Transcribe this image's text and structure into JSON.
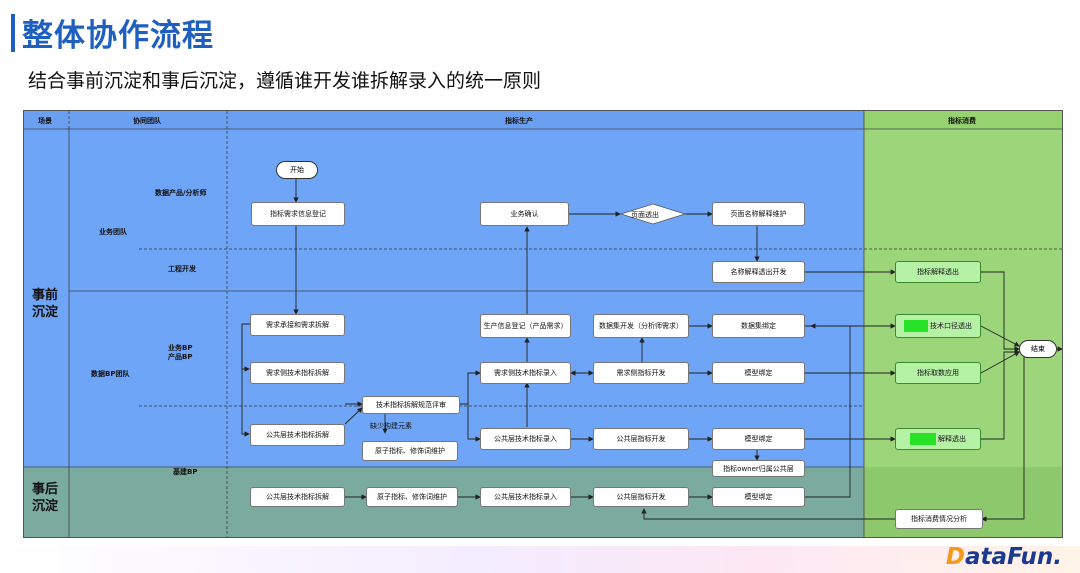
{
  "page": {
    "title": "整体协作流程",
    "subtitle": "结合事前沉淀和事后沉淀，遵循谁开发谁拆解录入的统一原则"
  },
  "columns": {
    "scene": "场景",
    "team": "协同团队",
    "production": "指标生产",
    "consumption": "指标消费"
  },
  "lanes": {
    "before": "事前\n沉淀",
    "after": "事后\n沉淀",
    "biz_team": "业务团队",
    "data_bp_team": "数据BP团队",
    "data_product": "数据产品/分析师",
    "engineering": "工程开发",
    "biz_bp": "业务BP\n产品BP",
    "base_bp": "基建BP"
  },
  "nodes": {
    "start": "开始",
    "end": "结束",
    "req_register": "指标需求信息登记",
    "biz_confirm": "业务确认",
    "page_expose": "页面透出",
    "page_name_maintain": "页面名称解释维护",
    "name_dev": "名称解释透出开发",
    "req_accept": "需求承接和需求拆解",
    "demand_split": "需求侧技术指标拆解",
    "common_split": "公共层技术指标拆解",
    "review": "技术指标拆解规范评审",
    "lack_atom": "缺少构建元素",
    "atom_maintain": "原子指标、修饰词维护",
    "prod_register": "生产信息登记（产品需求）",
    "demand_entry": "需求侧技术指标录入",
    "common_entry": "公共层技术指标录入",
    "dataset_dev": "数据集开发（分析师需求）",
    "demand_dev": "需求侧指标开发",
    "common_dev": "公共层指标开发",
    "dataset_bind": "数据集绑定",
    "model_bind": "模型绑定",
    "model_bind2": "模型绑定",
    "owner_layer": "指标owner归属公共层",
    "c_explain": "指标解释透出",
    "c_api": "技术口径透出",
    "c_usage": "指标取数应用",
    "c_explain2": "解释透出",
    "c_analysis": "指标消费情况分析",
    "a_split": "公共层技术指标拆解",
    "a_atom": "原子指标、修饰词维护",
    "a_entry": "公共层技术指标录入",
    "a_dev": "公共层指标开发",
    "a_bind": "模型绑定"
  },
  "colors": {
    "title": "#1f5fbf",
    "before_zone": "#6fa5f7",
    "after_zone": "#7bab9e",
    "consume_zone": "#9dd67a",
    "consume_after_zone": "#8ec86c",
    "highlight": "#27e227"
  },
  "logo": {
    "prefix": "D",
    "text": "ataFun."
  }
}
